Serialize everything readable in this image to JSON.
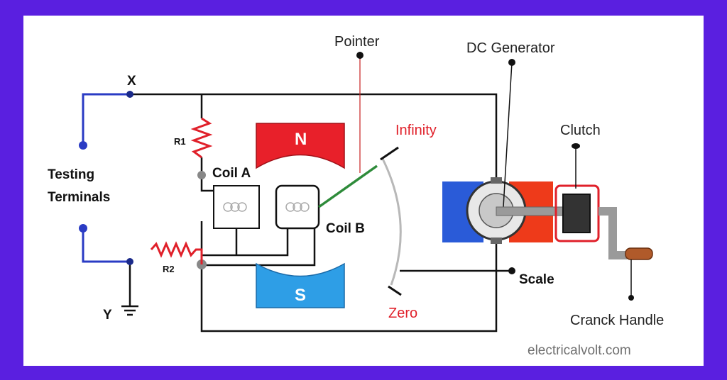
{
  "labels": {
    "pointer": "Pointer",
    "dc_generator": "DC Generator",
    "infinity": "Infinity",
    "clutch": "Clutch",
    "testing": "Testing",
    "terminals": "Terminals",
    "x": "X",
    "y": "Y",
    "r1": "R1",
    "r2": "R2",
    "coil_a": "Coil A",
    "coil_b": "Coil B",
    "north": "N",
    "south": "S",
    "scale": "Scale",
    "zero": "Zero",
    "crank_handle": "Cranck Handle",
    "watermark": "electricalvolt.com"
  },
  "colors": {
    "background": "#5a1fe0",
    "north_pole": "#e8202a",
    "south_pole": "#2e9ee6",
    "terminal_wire": "#2a3bc4",
    "pointer_needle": "#2e8b3a",
    "highlight_text": "#e0202a",
    "resistor": "#e0202a"
  }
}
